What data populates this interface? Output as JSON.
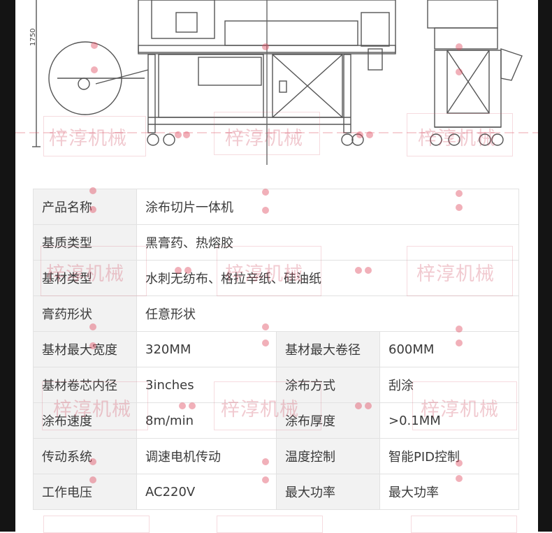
{
  "drawing": {
    "dimension_label": "1750"
  },
  "watermark": {
    "text": "梓淳机械"
  },
  "spec_rows": [
    {
      "cells": [
        {
          "label": "产品名称",
          "value": "涂布切片一体机"
        }
      ]
    },
    {
      "cells": [
        {
          "label": "基质类型",
          "value": "黑膏药、热熔胶"
        }
      ]
    },
    {
      "cells": [
        {
          "label": "基材类型",
          "value": "水刺无纺布、格拉辛纸、硅油纸"
        }
      ]
    },
    {
      "cells": [
        {
          "label": "膏药形状",
          "value": "任意形状"
        }
      ]
    },
    {
      "cells": [
        {
          "label": "基材最大宽度",
          "value": "320MM"
        },
        {
          "label": "基材最大卷径",
          "value": "600MM"
        }
      ]
    },
    {
      "cells": [
        {
          "label": "基材卷芯内径",
          "value": "3inches"
        },
        {
          "label": "涂布方式",
          "value": "刮涂"
        }
      ]
    },
    {
      "cells": [
        {
          "label": "涂布速度",
          "value": "8m/min"
        },
        {
          "label": "涂布厚度",
          "value": ">0.1MM"
        }
      ]
    },
    {
      "cells": [
        {
          "label": "传动系统",
          "value": "调速电机传动"
        },
        {
          "label": "温度控制",
          "value": "智能PID控制"
        }
      ]
    },
    {
      "cells": [
        {
          "label": "工作电压",
          "value": "AC220V"
        },
        {
          "label": "最大功率",
          "value": "最大功率"
        }
      ]
    }
  ]
}
